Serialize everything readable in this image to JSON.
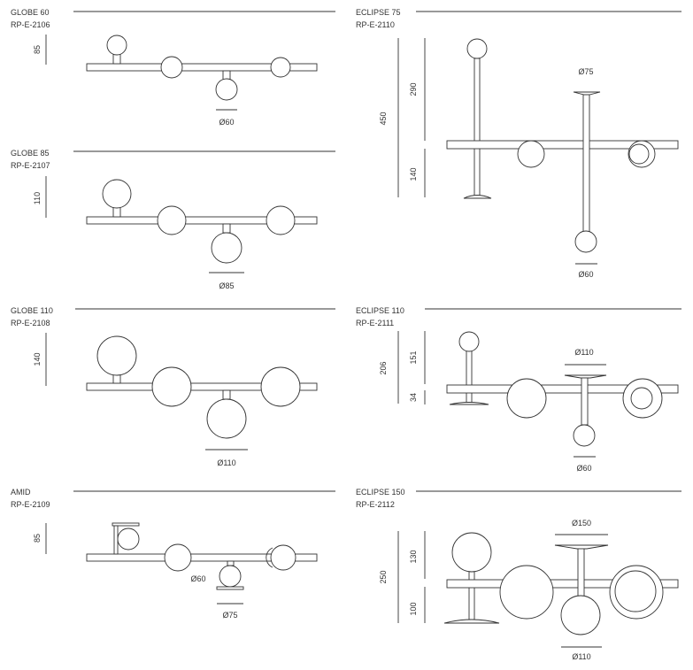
{
  "products": {
    "globe60": {
      "name": "GLOBE 60",
      "code": "RP-E-2106",
      "height": "85",
      "diameter": "Ø60"
    },
    "globe85": {
      "name": "GLOBE 85",
      "code": "RP-E-2107",
      "height": "110",
      "diameter": "Ø85"
    },
    "globe110": {
      "name": "GLOBE 110",
      "code": "RP-E-2108",
      "height": "140",
      "diameter": "Ø110"
    },
    "amid": {
      "name": "AMID",
      "code": "RP-E-2109",
      "height": "85",
      "diameter_a": "Ø60",
      "diameter_b": "Ø75"
    },
    "eclipse75": {
      "name": "ECLIPSE 75",
      "code": "RP-E-2110",
      "total": "450",
      "upper": "290",
      "lower": "140",
      "disc": "Ø75",
      "globe": "Ø60"
    },
    "eclipse110": {
      "name": "ECLIPSE 110",
      "code": "RP-E-2111",
      "total": "206",
      "upper": "151",
      "lower": "34",
      "disc": "Ø110",
      "globe": "Ø60"
    },
    "eclipse150": {
      "name": "ECLIPSE 150",
      "code": "RP-E-2112",
      "total": "250",
      "upper": "130",
      "lower": "100",
      "disc": "Ø150",
      "globe": "Ø110"
    }
  },
  "style": {
    "line": "#333333",
    "background": "#ffffff"
  }
}
